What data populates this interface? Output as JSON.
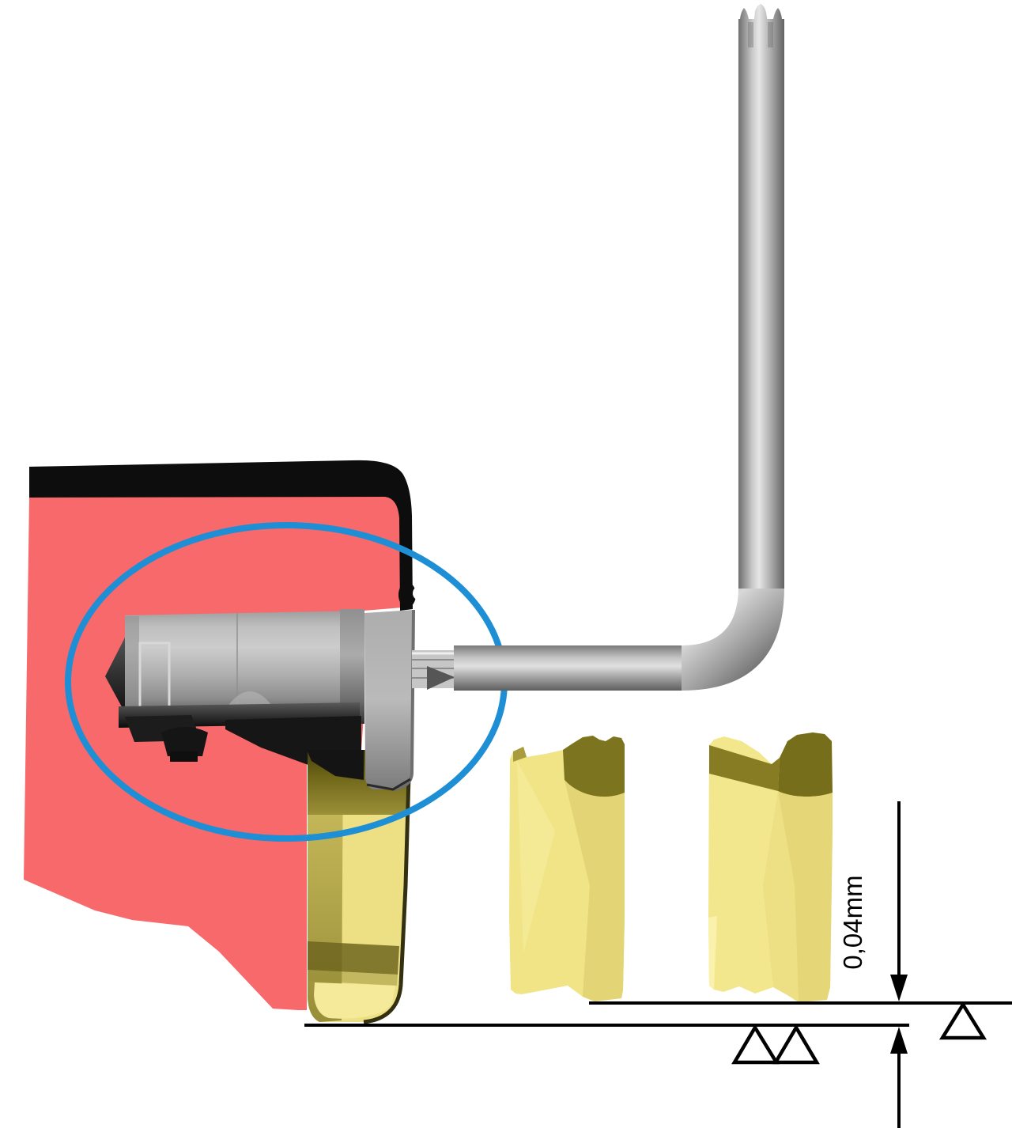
{
  "annotation": {
    "dimension_label": "0,04mm"
  },
  "colors": {
    "background": "#FFFFFF",
    "holder_red": "#F8696C",
    "holder_outline_black": "#0D0D0D",
    "highlight_blue": "#1E8ED5",
    "insert_yellow_light": "#F0E487",
    "insert_yellow_mid": "#E3D475",
    "insert_olive_dark": "#7D7420",
    "steel_gray_light": "#E2E2E2",
    "steel_gray_mid": "#ABABAB",
    "steel_gray_dark": "#4A4A4A",
    "annotation_black": "#000000"
  },
  "parts": {
    "tool_holder": "tool-holder-block",
    "clamp_cartridge": "clamp-cartridge",
    "clamp_finger": "clamp-finger",
    "torx_key": "torx-key",
    "mounted_insert": "mounted-insert",
    "loose_insert_1": "loose-insert-1",
    "loose_insert_2": "loose-insert-2",
    "callout": "highlight-ellipse"
  }
}
